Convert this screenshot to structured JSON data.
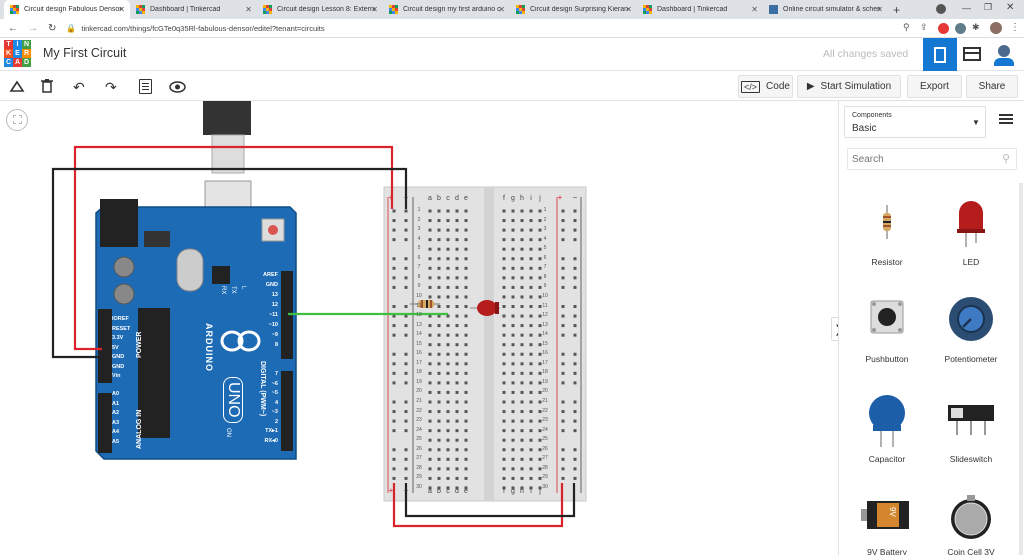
{
  "browser": {
    "tabs": [
      {
        "title": "Circuit design Fabulous Densor",
        "active": true
      },
      {
        "title": "Dashboard | Tinkercad",
        "active": false
      },
      {
        "title": "Circuit design Lesson 8: External",
        "active": false
      },
      {
        "title": "Circuit design my first arduino c",
        "active": false
      },
      {
        "title": "Circuit design Surprising Kieran",
        "active": false
      },
      {
        "title": "Dashboard | Tinkercad",
        "active": false
      },
      {
        "title": "Online circuit simulator & schem",
        "active": false
      }
    ],
    "new_tab": "+",
    "url": "tinkercad.com/things/fcGTe0q35Rl-fabulous-densor/editel?tenant=circuits"
  },
  "app": {
    "logo_letters": [
      "TIN",
      "KER",
      "CAD"
    ],
    "title": "My First Circuit",
    "save_status": "All changes saved"
  },
  "toolbar": {
    "code_label": "Code",
    "start_sim_label": "Start Simulation",
    "export_label": "Export",
    "share_label": "Share"
  },
  "panel": {
    "components_heading": "Components",
    "components_value": "Basic",
    "search_placeholder": "Search",
    "items": [
      {
        "label": "Resistor",
        "icon": "resistor-icon"
      },
      {
        "label": "LED",
        "icon": "led-icon"
      },
      {
        "label": "Pushbutton",
        "icon": "pushbutton-icon"
      },
      {
        "label": "Potentiometer",
        "icon": "potentiometer-icon"
      },
      {
        "label": "Capacitor",
        "icon": "capacitor-icon"
      },
      {
        "label": "Slideswitch",
        "icon": "slideswitch-icon"
      },
      {
        "label": "9V Battery",
        "icon": "battery-icon"
      },
      {
        "label": "Coin Cell 3V Battery",
        "icon": "coin-cell-icon"
      }
    ],
    "battery_text": "9V",
    "collapse_arrow": "❯"
  },
  "breadboard": {
    "col_letters_left": [
      "a",
      "b",
      "c",
      "d",
      "e"
    ],
    "col_letters_right": [
      "f",
      "g",
      "h",
      "i",
      "j"
    ],
    "rows": 30,
    "plus": "+",
    "minus": "−"
  },
  "arduino": {
    "brand": "ARDUINO",
    "model": "UNO",
    "power_label": "POWER",
    "analog_label": "ANALOG IN",
    "digital_label": "DIGITAL (PWM~)",
    "on_label": "ON",
    "tx_label": "TX",
    "rx_label": "RX",
    "l_label": "L",
    "power_pins": [
      "IOREF",
      "RESET",
      "3.3V",
      "5V",
      "GND",
      "GND",
      "Vin"
    ],
    "analog_pins": [
      "A0",
      "A1",
      "A2",
      "A3",
      "A4",
      "A5"
    ],
    "digital_top": [
      "AREF",
      "GND",
      "13",
      "12",
      "~11",
      "~10",
      "~9",
      "8"
    ],
    "digital_bottom": [
      "7",
      "~6",
      "~5",
      "4",
      "~3",
      "2",
      "TX▸1",
      "RX◂0"
    ]
  },
  "colors": {
    "accent": "#1477d1",
    "board": "#1d6bb5",
    "wire_red": "#d9242b",
    "wire_black": "#222222",
    "wire_green": "#3fbf3f"
  }
}
